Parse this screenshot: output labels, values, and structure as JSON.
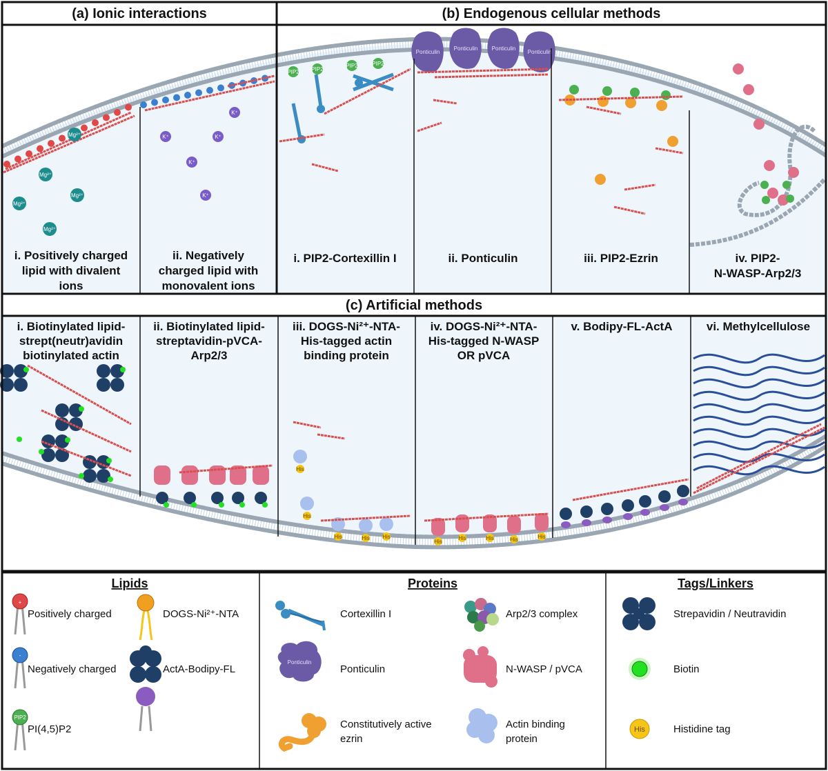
{
  "panels": {
    "a": {
      "title": "(a) Ionic interactions",
      "sub": [
        {
          "lines": [
            "i. Positively charged",
            "lipid with divalent",
            "ions"
          ],
          "ion": "Mg²⁺"
        },
        {
          "lines": [
            "ii. Negatively",
            "charged lipid with",
            "monovalent ions"
          ],
          "ion": "K⁺"
        }
      ]
    },
    "b": {
      "title": "(b)  Endogenous cellular methods",
      "sub": [
        {
          "lines": [
            "i. PIP2-Cortexillin I"
          ]
        },
        {
          "lines": [
            "ii. Ponticulin"
          ]
        },
        {
          "lines": [
            "iii. PIP2-Ezrin"
          ]
        },
        {
          "lines": [
            "iv. PIP2-",
            "N-WASP-Arp2/3"
          ]
        }
      ],
      "ponticulin_label": "Ponticulin",
      "pip_label": "PIP2"
    },
    "c": {
      "title": "(c)  Artificial methods",
      "sub": [
        {
          "lines": [
            "i. Biotinylated lipid-",
            "strept(neutr)avidin",
            "biotinylated actin"
          ]
        },
        {
          "lines": [
            "ii. Biotinylated lipid-",
            "streptavidin-pVCA-",
            "Arp2/3"
          ]
        },
        {
          "lines": [
            "iii. DOGS-Ni²⁺-NTA-",
            "His-tagged actin",
            "binding protein"
          ]
        },
        {
          "lines": [
            "iv. DOGS-Ni²⁺-NTA-",
            "His-tagged N-WASP",
            "OR pVCA"
          ]
        },
        {
          "lines": [
            "v. Bodipy-FL-ActA"
          ]
        },
        {
          "lines": [
            "vi. Methylcellulose"
          ]
        }
      ],
      "his_label": "His"
    }
  },
  "legend": {
    "lipids": {
      "heading": "Lipids",
      "items": [
        "Positively charged",
        "Negatively charged",
        "PI(4,5)P2",
        "DOGS-Ni²⁺-NTA",
        "ActA-Bodipy-FL"
      ],
      "plus": "+",
      "minus": "-",
      "pip": "PIP2"
    },
    "proteins": {
      "heading": "Proteins",
      "items": [
        "Cortexillin I",
        "Ponticulin",
        "Constitutively active",
        "ezrin",
        "Arp2/3 complex",
        "N-WASP / pVCA",
        "Actin binding",
        "protein"
      ],
      "ponticulin_icon_text": "Ponticulin"
    },
    "tags": {
      "heading": "Tags/Linkers",
      "items": [
        "Strepavidin / Neutravidin",
        "Biotin",
        "Histidine tag"
      ],
      "his": "His"
    }
  },
  "colors": {
    "actin": "#d94f4f",
    "membrane": "#9aa6b2",
    "cytoplasm": "#eef5fb",
    "cortexillin": "#3a8cc2",
    "ponticulin": "#6b5aa6",
    "ezrin": "#f0a030",
    "pip2": "#4caf50",
    "streptavidin": "#1f3f66",
    "biotin": "#22e022",
    "nwasp": "#e0708a",
    "abp": "#a9c0ee",
    "his": "#f5c518",
    "methylcellulose": "#2a4f9a",
    "positive": "#e04848",
    "negative": "#3a7fd0",
    "mg": "#1c8c8c",
    "k": "#7a5cc8"
  },
  "icons": [
    "cortexillin-icon",
    "ponticulin-icon",
    "ezrin-icon",
    "arp23-icon",
    "nwasp-icon",
    "actin-binding-protein-icon",
    "streptavidin-icon",
    "biotin-icon",
    "his-tag-icon",
    "positive-lipid-icon",
    "negative-lipid-icon",
    "pip2-lipid-icon",
    "dogs-lipid-icon",
    "acta-lipid-icon"
  ]
}
